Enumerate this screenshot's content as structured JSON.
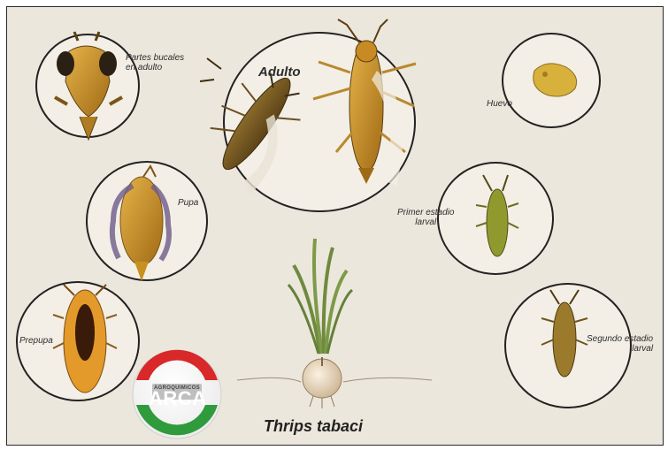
{
  "stages": {
    "mouthparts": "Partes bucales\nen adulto",
    "adult": "Adulto",
    "egg": "Huevo",
    "pupa": "Pupa",
    "first_larval": "Primer estadio\nlarval",
    "prepupa": "Prepupa",
    "second_larval": "Segundo estadio\nlarval"
  },
  "title": "Thrips tabaci",
  "logo": {
    "text_small": "AGROQUIMICOS",
    "text_big": "ARCA"
  },
  "colors": {
    "background": "#ece7dc",
    "circle_fill": "#f3efe6",
    "insect_gold": "#c8901f",
    "insect_dark": "#6b4a1e",
    "egg": "#d7b13c",
    "onion_green": "#6f8a3e",
    "logo_red": "#d8282a",
    "logo_green": "#2f9b3c"
  }
}
